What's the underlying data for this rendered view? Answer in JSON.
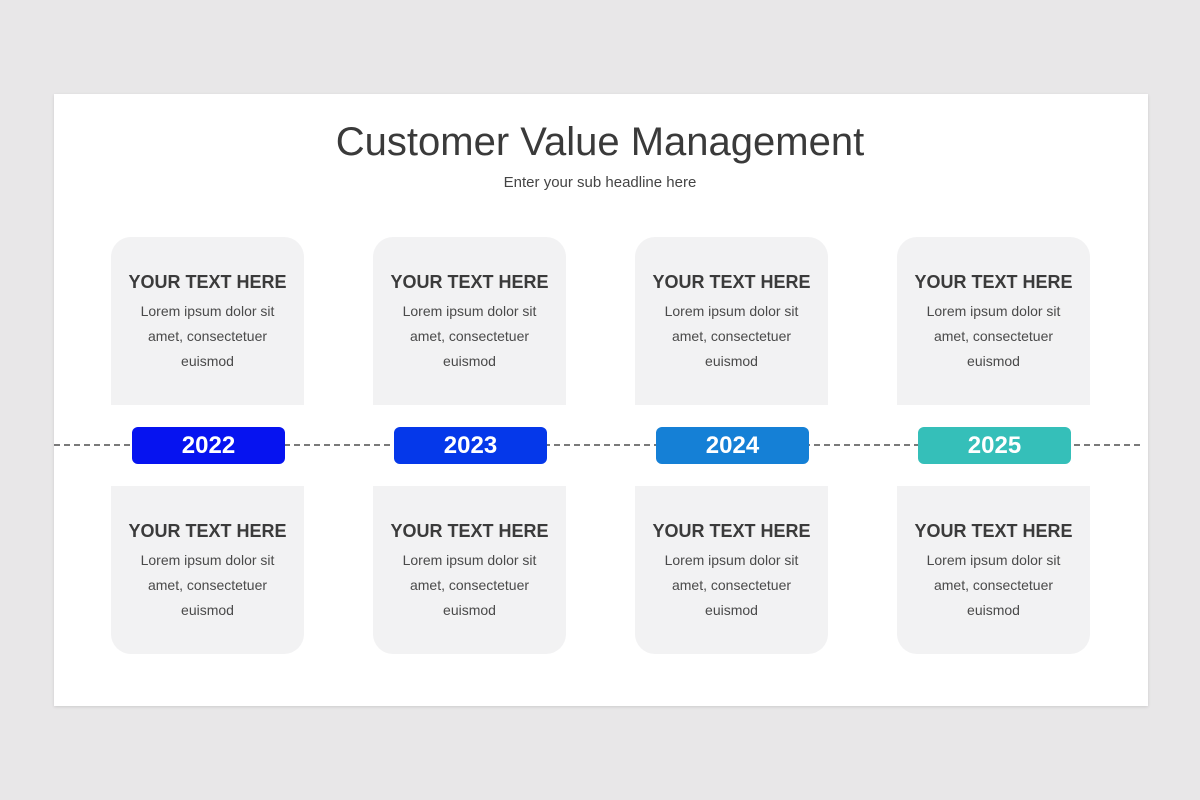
{
  "title": "Customer Value Management",
  "subtitle": "Enter your sub headline here",
  "milestones": [
    {
      "year": "2022",
      "color": "#0613f0",
      "top": {
        "heading": "YOUR TEXT HERE",
        "body": "Lorem ipsum dolor sit amet, consectetuer euismod"
      },
      "bottom": {
        "heading": "YOUR TEXT HERE",
        "body": "Lorem ipsum dolor sit amet, consectetuer euismod"
      }
    },
    {
      "year": "2023",
      "color": "#0538ea",
      "top": {
        "heading": "YOUR TEXT HERE",
        "body": "Lorem ipsum dolor sit amet, consectetuer euismod"
      },
      "bottom": {
        "heading": "YOUR TEXT HERE",
        "body": "Lorem ipsum dolor sit amet, consectetuer euismod"
      }
    },
    {
      "year": "2024",
      "color": "#1580d6",
      "top": {
        "heading": "YOUR TEXT HERE",
        "body": "Lorem ipsum dolor sit amet, consectetuer euismod"
      },
      "bottom": {
        "heading": "YOUR TEXT HERE",
        "body": "Lorem ipsum dolor sit amet, consectetuer euismod"
      }
    },
    {
      "year": "2025",
      "color": "#35bfb9",
      "top": {
        "heading": "YOUR TEXT HERE",
        "body": "Lorem ipsum dolor sit amet, consectetuer euismod"
      },
      "bottom": {
        "heading": "YOUR TEXT HERE",
        "body": "Lorem ipsum dolor sit amet, consectetuer euismod"
      }
    }
  ]
}
